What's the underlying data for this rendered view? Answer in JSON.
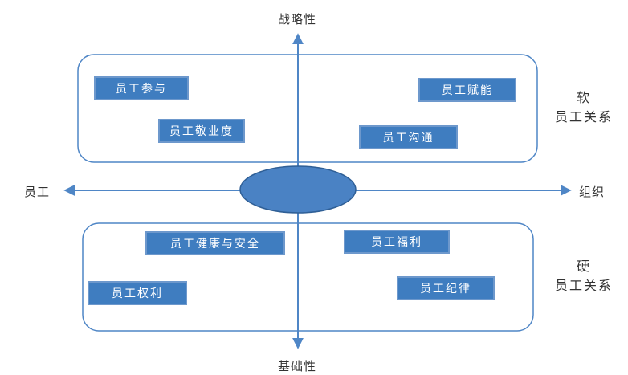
{
  "axes": {
    "top": "战略性",
    "bottom": "基础性",
    "left": "员工",
    "right": "组织"
  },
  "soft_label": {
    "line1": "软",
    "line2": "员工关系"
  },
  "hard_label": {
    "line1": "硬",
    "line2": "员工关系"
  },
  "soft_items": {
    "participation": "员工参与",
    "engagement": "员工敬业度",
    "empowerment": "员工赋能",
    "communication": "员工沟通"
  },
  "hard_items": {
    "health_safety": "员工健康与安全",
    "rights": "员工权利",
    "welfare": "员工福利",
    "discipline": "员工纪律"
  },
  "colors": {
    "accent": "#4f86c6",
    "box_fill": "#3f7dc0",
    "box_border": "#6d98cc",
    "center_fill": "#4a82c4",
    "center_stroke": "#2f5f96"
  }
}
